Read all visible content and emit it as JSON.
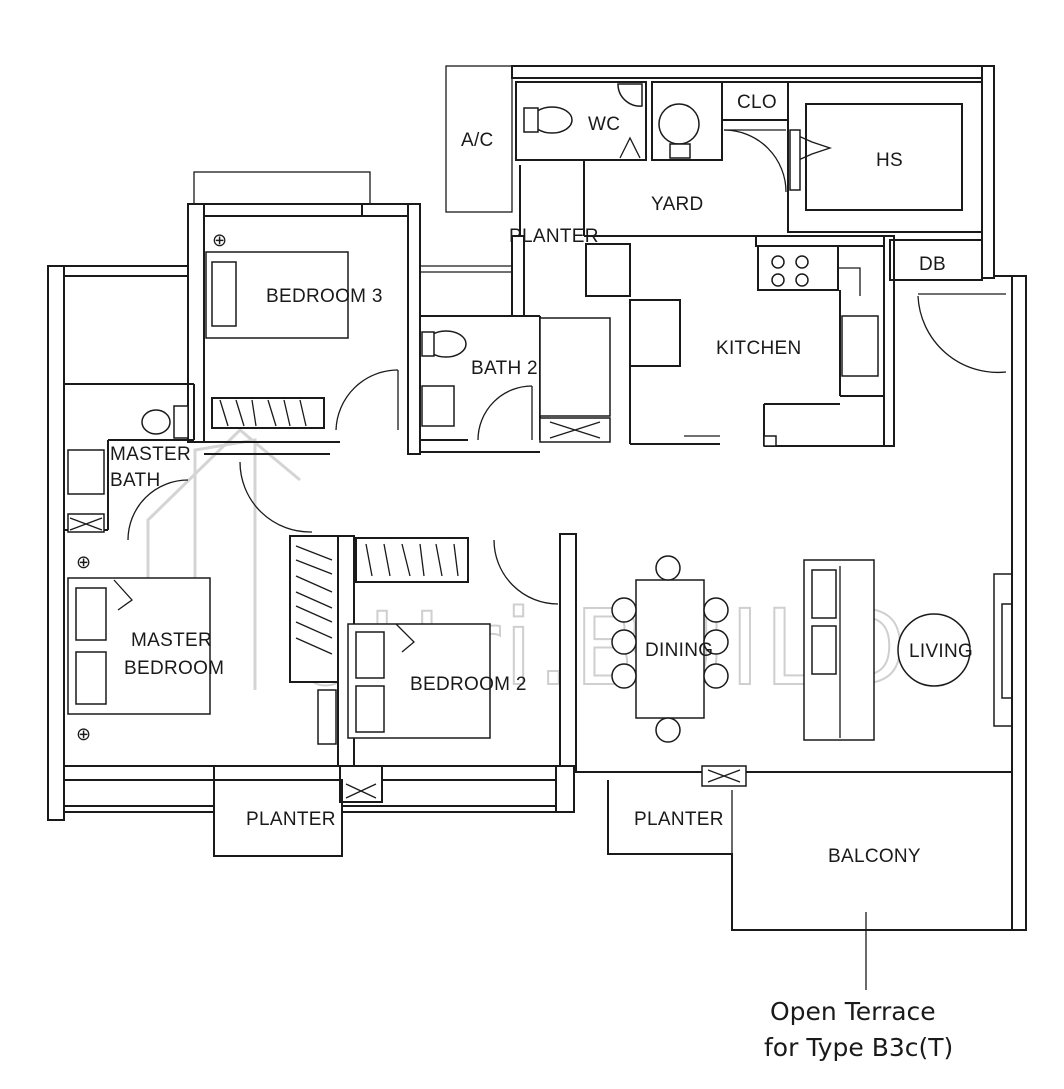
{
  "plan": {
    "rooms": {
      "ac": "A/C",
      "wc": "WC",
      "clo": "CLO",
      "hs": "HS",
      "yard": "YARD",
      "planter_yard": "PLANTER",
      "bedroom3": "BEDROOM 3",
      "db": "DB",
      "kitchen": "KITCHEN",
      "bath2": "BATH 2",
      "master_bath_line1": "MASTER",
      "master_bath_line2": "BATH",
      "master_bedroom_line1": "MASTER",
      "master_bedroom_line2": "BEDROOM",
      "bedroom2": "BEDROOM 2",
      "dining": "DINING",
      "living": "LIVING",
      "planter_left": "PLANTER",
      "planter_right": "PLANTER",
      "balcony": "BALCONY"
    },
    "note": {
      "line1": "Open Terrace",
      "line2": "for Type B3c(T)"
    },
    "watermark": "attri.BUILD"
  }
}
